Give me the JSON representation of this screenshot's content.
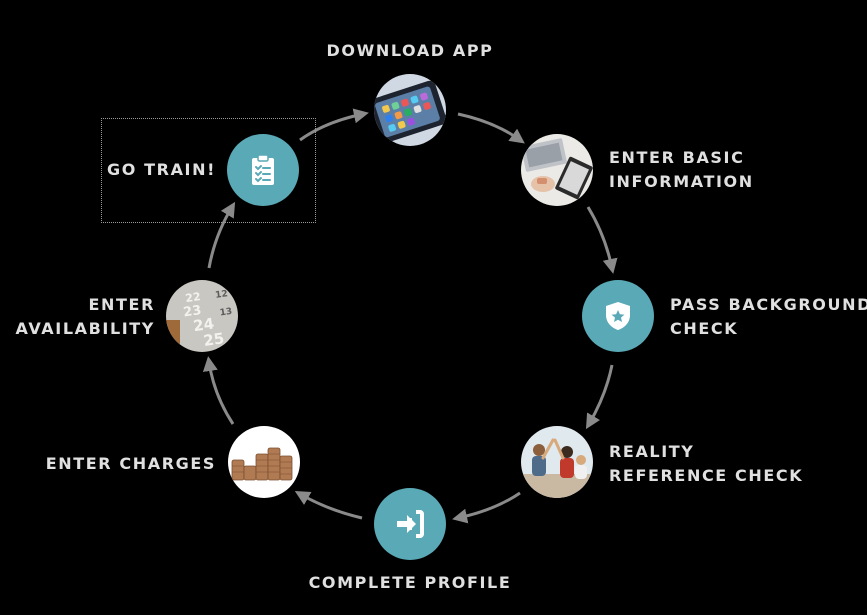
{
  "steps": [
    {
      "id": "download-app",
      "lines": [
        "DOWNLOAD APP"
      ],
      "icon": "phone-apps-photo"
    },
    {
      "id": "enter-basic-information",
      "lines": [
        "ENTER BASIC",
        "INFORMATION"
      ],
      "icon": "laptop-desk-photo"
    },
    {
      "id": "pass-background-check",
      "lines": [
        "PASS BACKGROUND",
        "CHECK"
      ],
      "icon": "shield-star-icon"
    },
    {
      "id": "reality-reference-check",
      "lines": [
        "REALITY",
        "REFERENCE CHECK"
      ],
      "icon": "team-high-five-photo"
    },
    {
      "id": "complete-profile",
      "lines": [
        "COMPLETE PROFILE"
      ],
      "icon": "sign-in-arrow-icon"
    },
    {
      "id": "enter-charges",
      "lines": [
        "ENTER CHARGES"
      ],
      "icon": "coin-stacks-photo"
    },
    {
      "id": "enter-availability",
      "lines": [
        "ENTER",
        "AVAILABILITY"
      ],
      "icon": "calendar-photo"
    },
    {
      "id": "go-train",
      "lines": [
        "GO TRAIN!"
      ],
      "icon": "clipboard-checklist-icon"
    }
  ],
  "calendar_numbers": [
    "22",
    "23",
    "24",
    "25",
    "12",
    "13"
  ],
  "colors": {
    "background": "#000000",
    "node": "#5aa9b6",
    "arrow": "#8a8a8a",
    "text": "#e0e0e0"
  }
}
